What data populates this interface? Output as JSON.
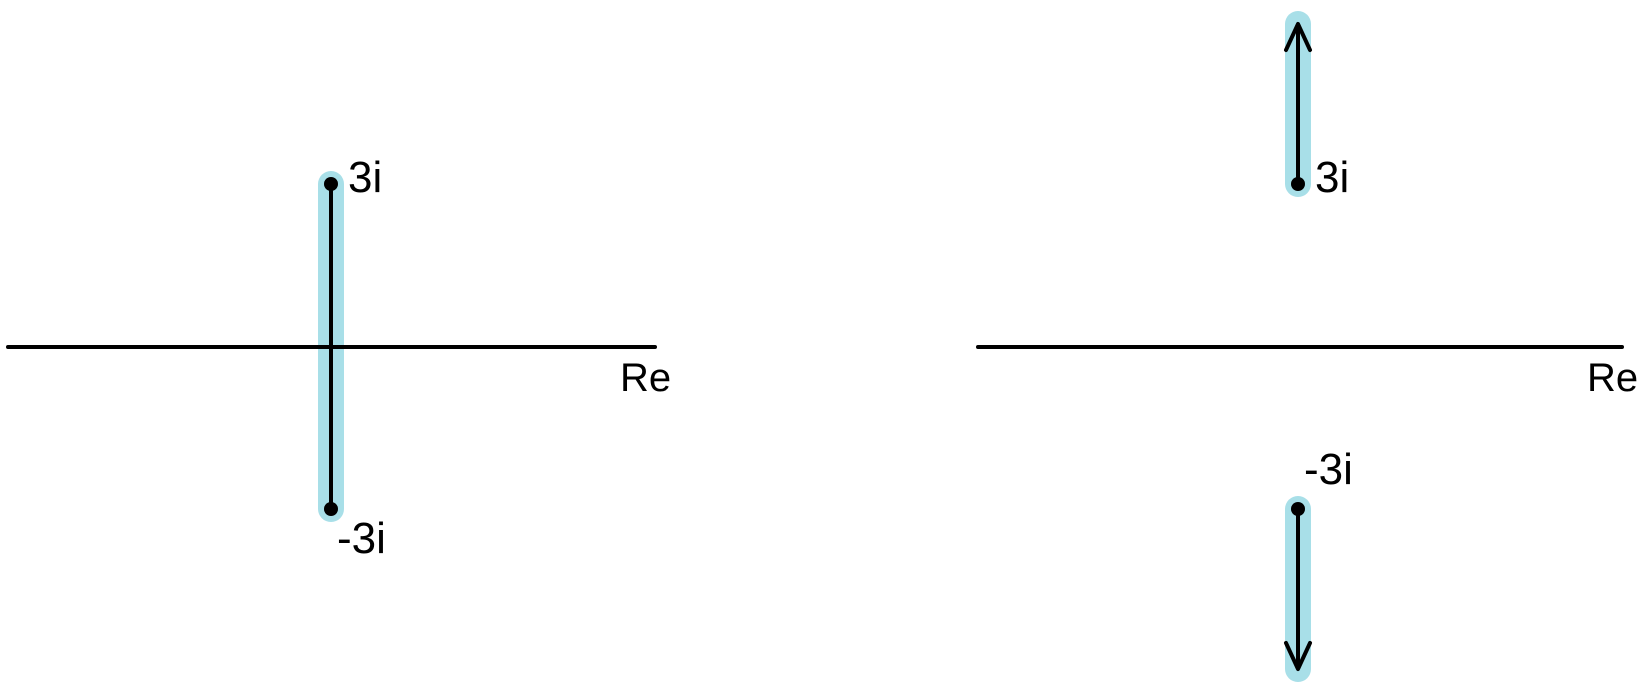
{
  "colors": {
    "axis": "#000000",
    "segment": "#000000",
    "highlight": "#a8dfe8",
    "background": "#ffffff"
  },
  "panels": [
    {
      "id": "left",
      "axis_label": "Re",
      "upper_point_label": "3i",
      "lower_point_label": "-3i",
      "highlight": "segment between -3i and 3i"
    },
    {
      "id": "right",
      "axis_label": "Re",
      "upper_point_label": "3i",
      "lower_point_label": "-3i",
      "highlight": "rays from 3i upward and from -3i downward"
    }
  ]
}
